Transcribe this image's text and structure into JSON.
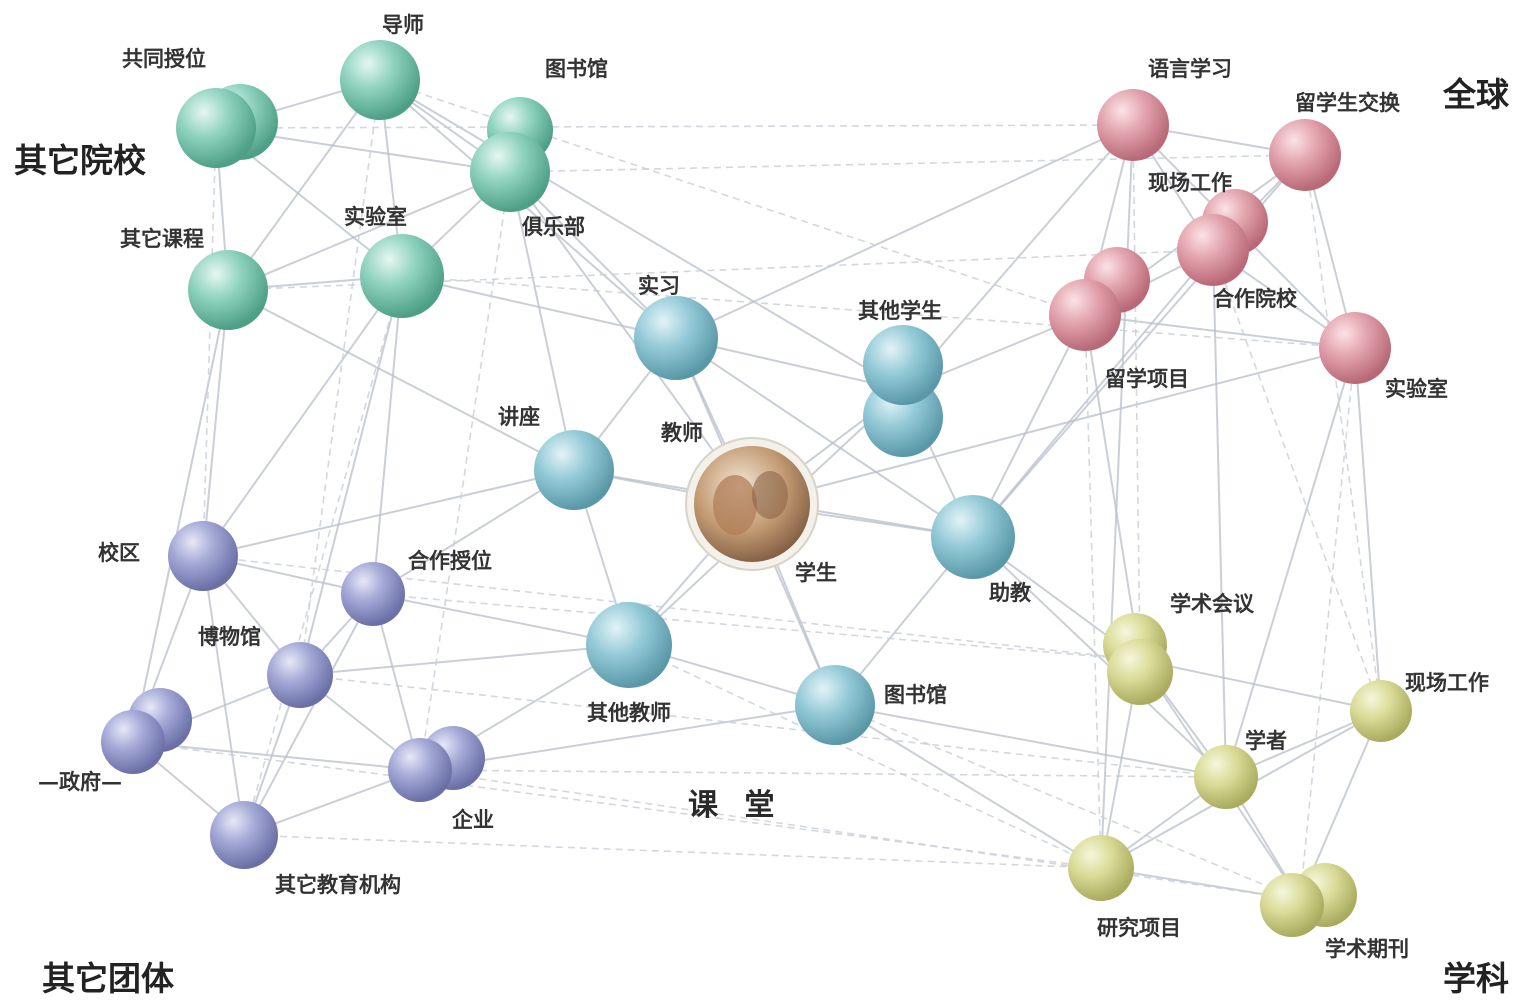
{
  "regions": {
    "other_schools": "其它院校",
    "global": "全球",
    "other_groups": "其它团体",
    "discipline": "学科",
    "classroom": "课 堂"
  },
  "clusters": {
    "teal": {
      "color": "#7cc9b3",
      "nodes": {
        "mentor": "导师",
        "joint_professor": "共同授位",
        "library": "图书馆",
        "other_courses": "其它课程",
        "lab": "实验室",
        "club": "俱乐部"
      }
    },
    "pink": {
      "color": "#e0a0aa",
      "nodes": {
        "language_study": "语言学习",
        "student_exchange": "留学生交换",
        "fieldwork": "现场工作",
        "partner_schools": "合作院校",
        "study_abroad": "留学项目",
        "lab": "实验室"
      }
    },
    "lavender": {
      "color": "#9ea3d0",
      "nodes": {
        "campus": "校区",
        "joint_degree": "合作授位",
        "museum": "博物馆",
        "government": "—政府—",
        "enterprise": "企业",
        "other_institutions": "其它教育机构"
      }
    },
    "blue": {
      "color": "#8ec5d2",
      "nodes": {
        "internship": "实习",
        "other_students": "其他学生",
        "lecture": "讲座",
        "teacher": "教师",
        "student": "学生",
        "assistant": "助教",
        "other_teachers": "其他教师",
        "library": "图书馆"
      }
    },
    "yellow": {
      "color": "#d9dc96",
      "nodes": {
        "conference": "学术会议",
        "fieldwork": "现场工作",
        "scholar": "学者",
        "research_project": "研究项目",
        "journal": "学术期刊"
      }
    }
  }
}
